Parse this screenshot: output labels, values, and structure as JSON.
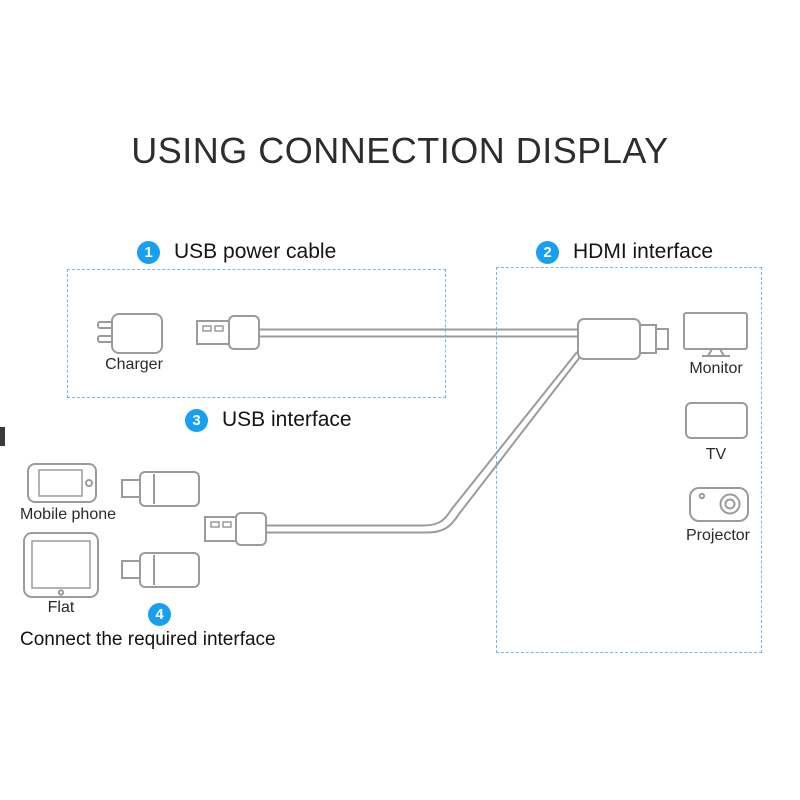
{
  "title": "USING CONNECTION DISPLAY",
  "steps": [
    {
      "number": "1",
      "label": "USB power cable"
    },
    {
      "number": "2",
      "label": "HDMI interface"
    },
    {
      "number": "3",
      "label": "USB interface"
    },
    {
      "number": "4",
      "label": "Connect the required interface"
    }
  ],
  "devices": {
    "charger": "Charger",
    "monitor": "Monitor",
    "tv": "TV",
    "projector": "Projector",
    "mobile_phone": "Mobile phone",
    "flat": "Flat"
  },
  "colors": {
    "accent_blue": "#18a0f0",
    "dashed_border": "#7ab8e8",
    "line_gray": "#9b9b9b",
    "title_text": "#2d2d2d"
  }
}
